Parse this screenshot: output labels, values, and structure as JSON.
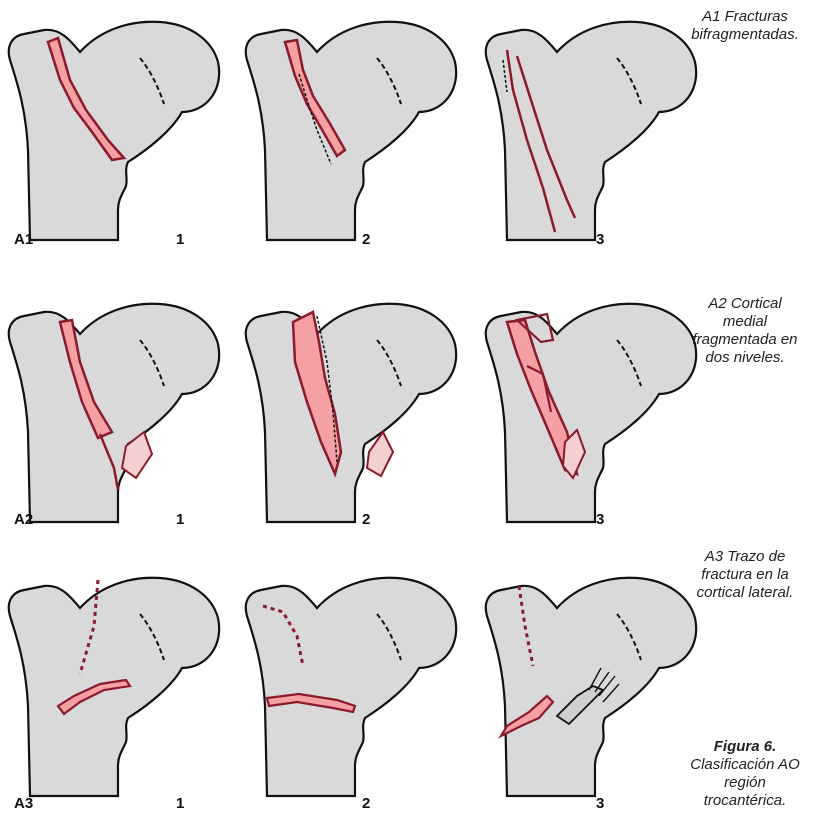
{
  "rows": [
    {
      "label": "A1",
      "numbers": [
        "1",
        "2",
        "3"
      ]
    },
    {
      "label": "A2",
      "numbers": [
        "1",
        "2",
        "3"
      ]
    },
    {
      "label": "A3",
      "numbers": [
        "1",
        "2",
        "3"
      ]
    }
  ],
  "captions": {
    "a1": [
      "A1 Fracturas",
      "bifragmentadas."
    ],
    "a2": [
      "A2 Cortical",
      "medial",
      "fragmentada en",
      "dos niveles."
    ],
    "a3": [
      "A3 Trazo de",
      "fractura en la",
      "cortical lateral."
    ]
  },
  "figure_caption": {
    "title": "Figura 6.",
    "lines": [
      "Clasificación AO",
      "región",
      "trocantérica."
    ]
  },
  "colors": {
    "bone": "#d9d9d9",
    "outline": "#111111",
    "fracture": "#8b1a2b",
    "fragment": "#f4a0a4"
  }
}
